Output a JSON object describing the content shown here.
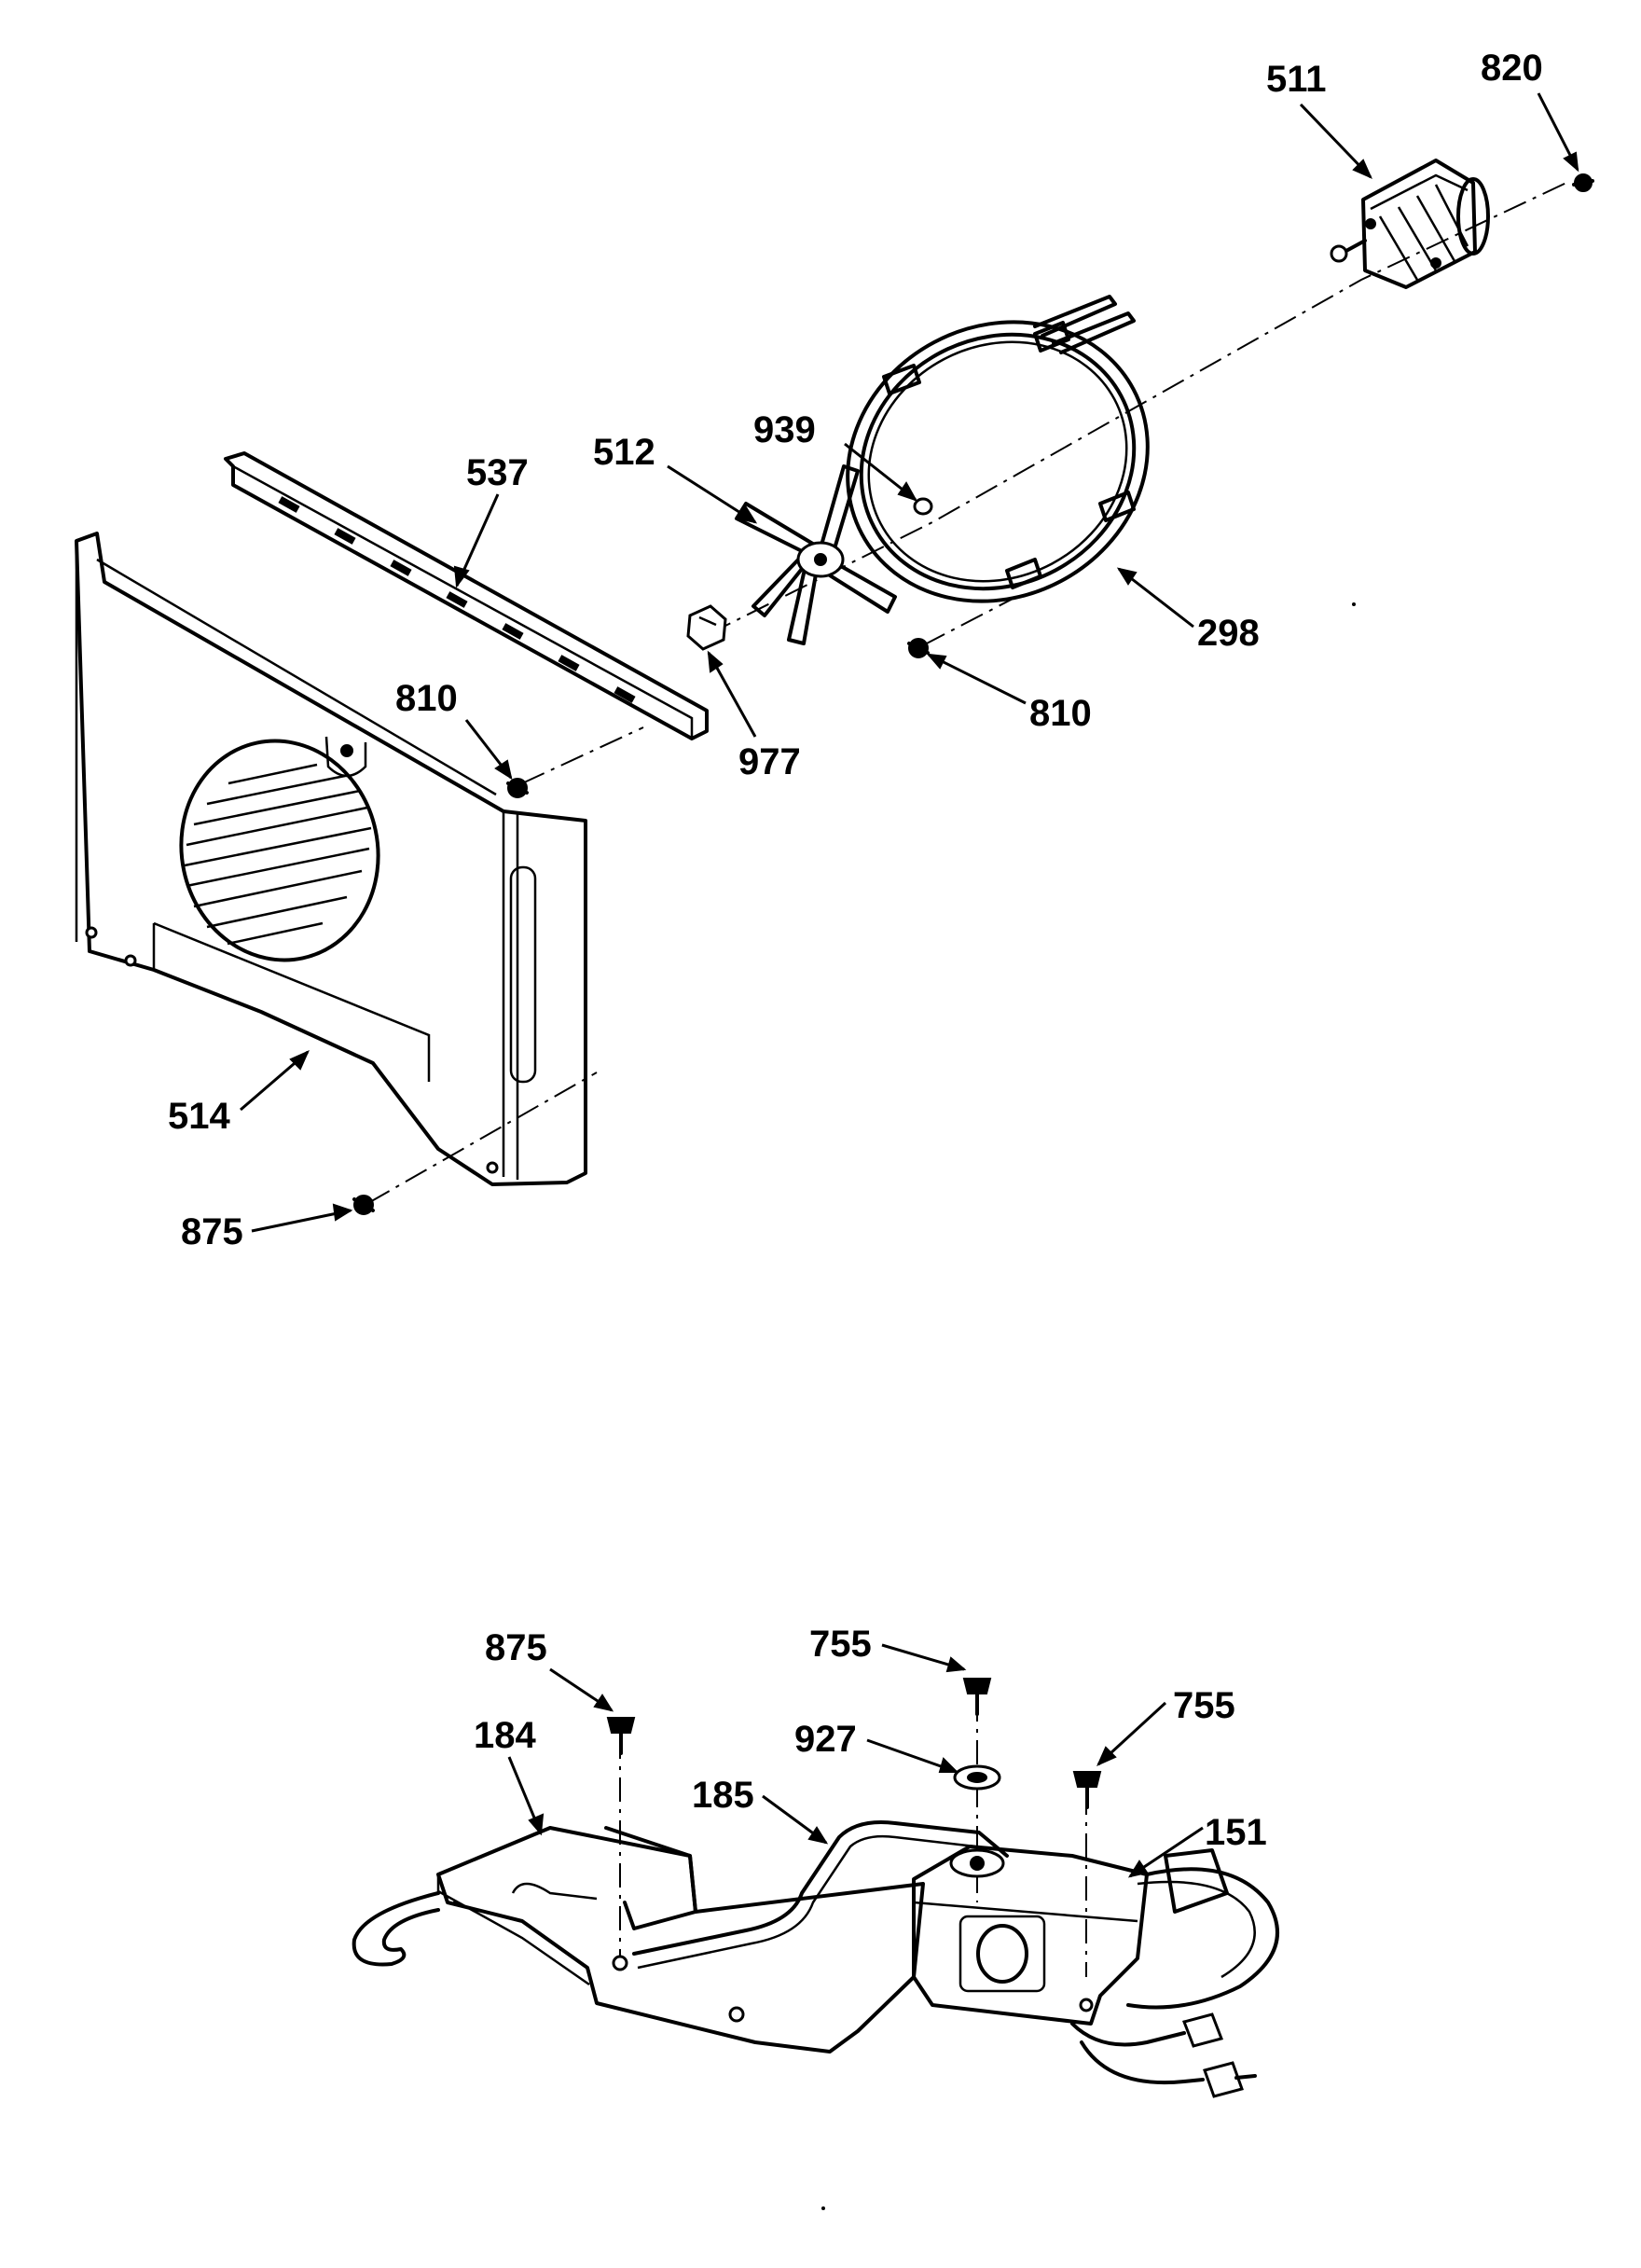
{
  "diagram": {
    "callouts": [
      {
        "id": "c511",
        "label": "511"
      },
      {
        "id": "c820",
        "label": "820"
      },
      {
        "id": "c939",
        "label": "939"
      },
      {
        "id": "c512",
        "label": "512"
      },
      {
        "id": "c537",
        "label": "537"
      },
      {
        "id": "c298",
        "label": "298"
      },
      {
        "id": "c810a",
        "label": "810"
      },
      {
        "id": "c810b",
        "label": "810"
      },
      {
        "id": "c977",
        "label": "977"
      },
      {
        "id": "c514",
        "label": "514"
      },
      {
        "id": "c875a",
        "label": "875"
      },
      {
        "id": "c875b",
        "label": "875"
      },
      {
        "id": "c755a",
        "label": "755"
      },
      {
        "id": "c755b",
        "label": "755"
      },
      {
        "id": "c927",
        "label": "927"
      },
      {
        "id": "c184",
        "label": "184"
      },
      {
        "id": "c185",
        "label": "185"
      },
      {
        "id": "c151",
        "label": "151"
      }
    ]
  }
}
